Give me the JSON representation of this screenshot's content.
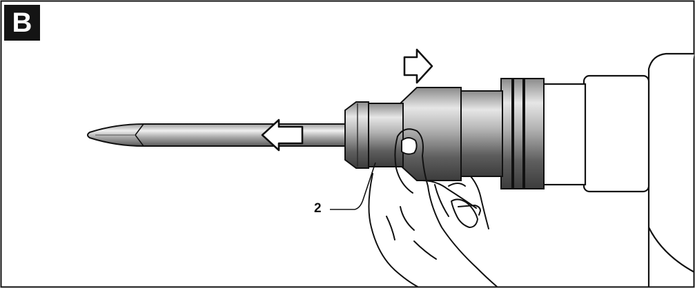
{
  "figure": {
    "panel_label": "B",
    "callouts": [
      {
        "label": "2",
        "part": "tool-holder-locking-sleeve"
      }
    ],
    "arrows": [
      {
        "name": "pull-sleeve-back-arrow",
        "direction": "right"
      },
      {
        "name": "insert-chisel-arrow",
        "direction": "left"
      }
    ],
    "colors": {
      "badge_background": "#141414",
      "badge_text": "#ffffff",
      "metal_dark": "#5c5c5c",
      "metal_light": "#dcdcdc",
      "outline": "#111111",
      "background": "#ffffff"
    }
  }
}
